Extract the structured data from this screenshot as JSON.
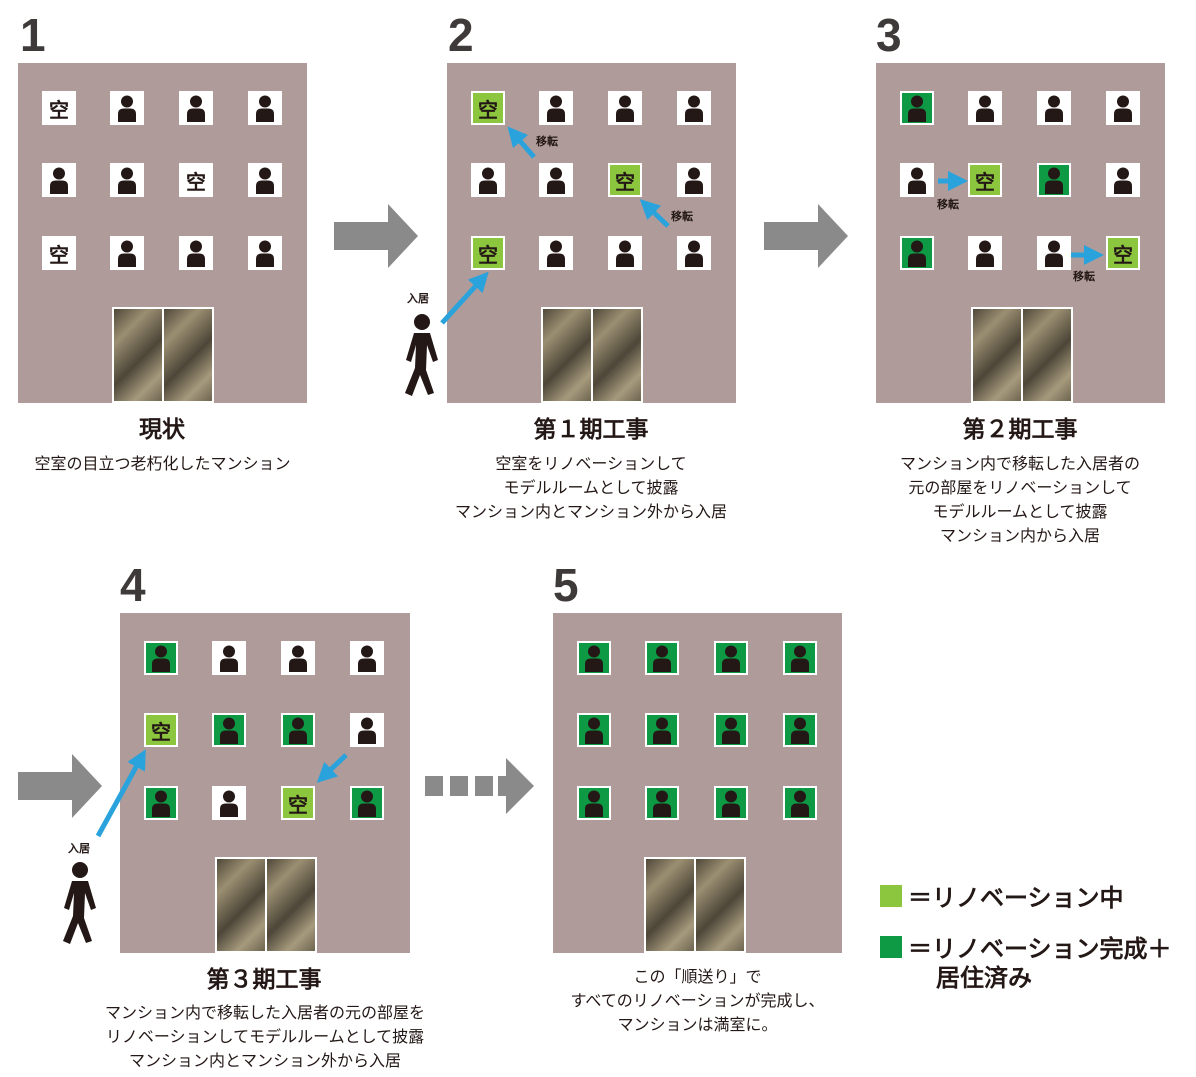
{
  "colors": {
    "building": "#ae9b9a",
    "renovating": "#8cc63f",
    "completed": "#0e9a45",
    "arrow_blue": "#2aa3dd",
    "arrow_gray": "#8a8a8a"
  },
  "labels": {
    "vacant_char": "空",
    "move_label": "移転",
    "movein_label": "入居"
  },
  "steps": [
    {
      "number": "1",
      "title": "現状",
      "desc": [
        "空室の目立つ老朽化したマンション"
      ],
      "windows": [
        [
          "v",
          "p",
          "p",
          "p"
        ],
        [
          "p",
          "p",
          "v",
          "p"
        ],
        [
          "v",
          "p",
          "p",
          "p"
        ]
      ]
    },
    {
      "number": "2",
      "title": "第１期工事",
      "desc": [
        "空室をリノベーションして",
        "モデルルームとして披露",
        "マンション内とマンション外から入居"
      ],
      "windows": [
        [
          "r",
          "p",
          "p",
          "p"
        ],
        [
          "p",
          "p",
          "r",
          "p"
        ],
        [
          "r",
          "p",
          "p",
          "p"
        ]
      ]
    },
    {
      "number": "3",
      "title": "第２期工事",
      "desc": [
        "マンション内で移転した入居者の",
        "元の部屋をリノベーションして",
        "モデルルームとして披露",
        "マンション内から入居"
      ],
      "windows": [
        [
          "d",
          "p",
          "p",
          "p"
        ],
        [
          "p",
          "r",
          "d",
          "p"
        ],
        [
          "d",
          "p",
          "p",
          "r"
        ]
      ]
    },
    {
      "number": "4",
      "title": "第３期工事",
      "desc": [
        "マンション内で移転した入居者の元の部屋を",
        "リノベーションしてモデルルームとして披露",
        "マンション内とマンション外から入居"
      ],
      "windows": [
        [
          "d",
          "p",
          "p",
          "p"
        ],
        [
          "r",
          "d",
          "d",
          "p"
        ],
        [
          "d",
          "p",
          "r",
          "d"
        ]
      ]
    },
    {
      "number": "5",
      "title": "",
      "desc": [
        "この「順送り」で",
        "すべてのリノベーションが完成し、",
        "マンションは満室に。"
      ],
      "windows": [
        [
          "d",
          "d",
          "d",
          "d"
        ],
        [
          "d",
          "d",
          "d",
          "d"
        ],
        [
          "d",
          "d",
          "d",
          "d"
        ]
      ]
    }
  ],
  "legend": {
    "renovating": "＝リノベーション中",
    "completed_line1": "＝リノベーション完成＋",
    "completed_line2": "居住済み"
  }
}
